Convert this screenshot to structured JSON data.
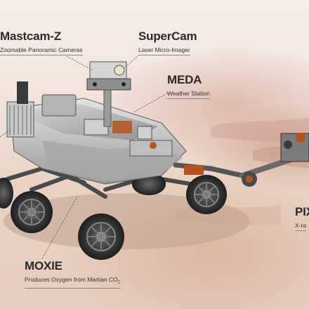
{
  "callouts": {
    "mastcam": {
      "name": "Mastcam-Z",
      "desc": "Zoomable Panoramic Cameras"
    },
    "supercam": {
      "name": "SuperCam",
      "desc": "Laser Micro-Imager"
    },
    "meda": {
      "name": "MEDA",
      "desc": "Weather Station"
    },
    "pixl": {
      "name": "PIX",
      "desc": "X-ra"
    },
    "moxie": {
      "name": "MOXIE",
      "desc": "Produces Oxygen from Martian CO",
      "desc_sub": "2"
    }
  },
  "colors": {
    "terrain": "#e6cdbf",
    "rover_body": "#cfcfcf",
    "rover_dark": "#3a3a3a",
    "accent_copper": "#b5541f",
    "leader_line": "#555555"
  }
}
